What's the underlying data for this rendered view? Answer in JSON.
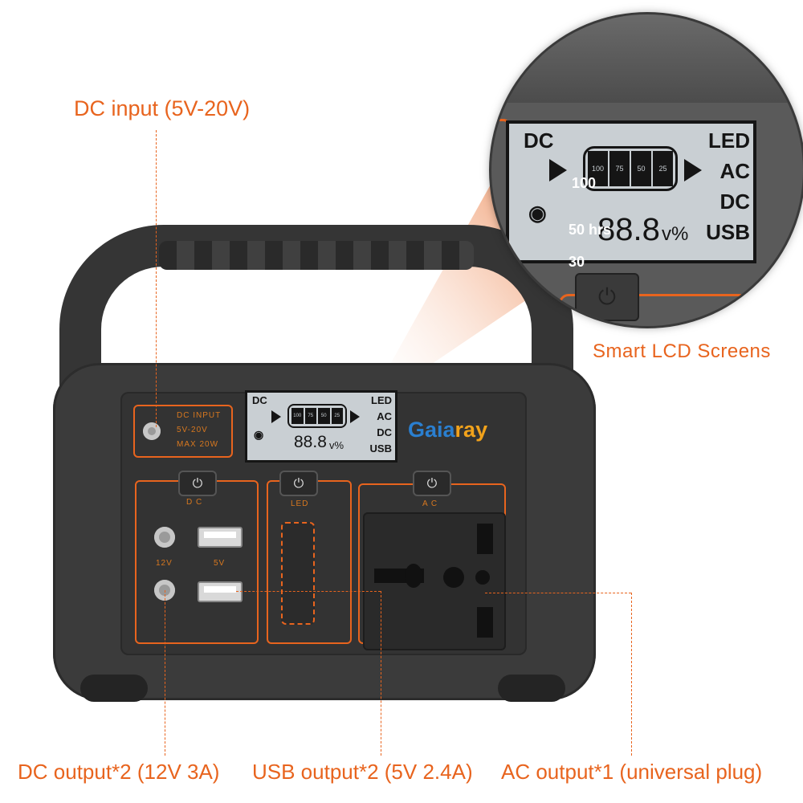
{
  "callouts": {
    "dc_input": "DC input (5V-20V)",
    "smart_lcd": "Smart LCD Screens",
    "dc_output": "DC output*2 (12V 3A)",
    "usb_output": "USB output*2 (5V 2.4A)",
    "ac_output": "AC output*1 (universal plug)"
  },
  "device": {
    "brand_prefix": "Gaia",
    "brand_suffix": "ray",
    "dc_input_panel": {
      "line1": "DC  INPUT",
      "line2": "5V-20V",
      "line3": "MAX  20W"
    },
    "dc_label": "D  C",
    "led_label": "LED",
    "ac_label": "A  C",
    "port_12v": "12V",
    "port_5v": "5V",
    "power_symbol": "⏻"
  },
  "lcd": {
    "dc": "DC",
    "led": "LED",
    "ac": "AC",
    "dc_out": "DC",
    "usb": "USB",
    "digits": "88.8",
    "unit": "v%",
    "battery_levels": [
      "100",
      "75",
      "50",
      "25"
    ]
  },
  "zoom_overlay": {
    "val_100": "100",
    "val_50hrs": "50 hrs",
    "val_30": "30"
  },
  "colors": {
    "accent": "#e8641e",
    "brand_blue": "#2a7fd0",
    "brand_orange": "#f1a21b",
    "device_body": "#3b3b3b",
    "lcd_bg": "#c9cfd3"
  }
}
